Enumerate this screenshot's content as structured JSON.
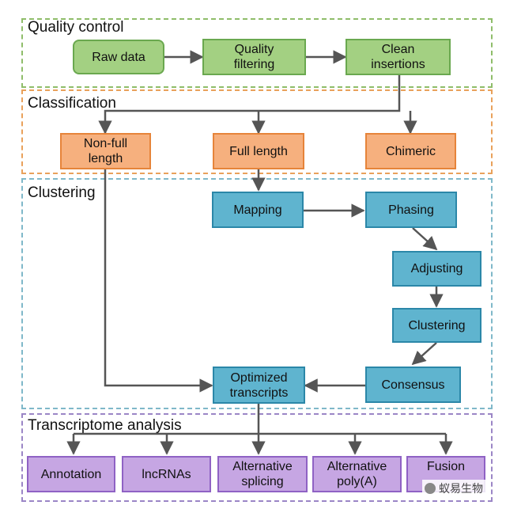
{
  "sections": {
    "quality": "Quality control",
    "classification": "Classification",
    "clustering": "Clustering",
    "transcriptome": "Transcriptome analysis"
  },
  "nodes": {
    "raw_data": "Raw data",
    "quality_filtering": "Quality\nfiltering",
    "clean_insertions": "Clean\ninsertions",
    "non_full_length": "Non-full\nlength",
    "full_length": "Full length",
    "chimeric": "Chimeric",
    "mapping": "Mapping",
    "phasing": "Phasing",
    "adjusting": "Adjusting",
    "clustering": "Clustering",
    "consensus": "Consensus",
    "optimized": "Optimized\ntranscripts",
    "annotation": "Annotation",
    "lncrnas": "lncRNAs",
    "alt_splicing": "Alternative\nsplicing",
    "alt_polya": "Alternative\npoly(A)",
    "fusion": "Fusion\n..."
  },
  "watermark": "蚁易生物",
  "colors": {
    "quality": "#8fbd6a",
    "classification": "#e9a15b",
    "clustering": "#7fb8c9",
    "transcriptome": "#9b86c6",
    "arrow": "#555555"
  }
}
